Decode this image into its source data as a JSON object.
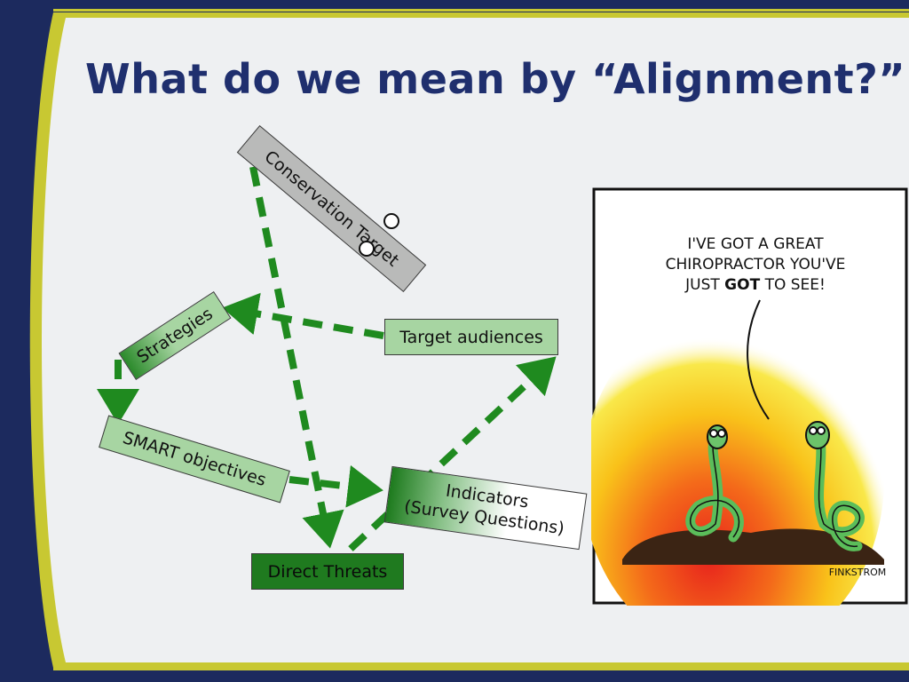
{
  "slide": {
    "title": "What do we mean by “Alignment?”"
  },
  "diagram": {
    "nodes": {
      "conservation_target": "Conservation Target",
      "strategies": "Strategies",
      "target_audiences": "Target audiences",
      "smart_objectives": "SMART objectives",
      "indicators_line1": "Indicators",
      "indicators_line2": "(Survey Questions)",
      "direct_threats": "Direct Threats"
    },
    "arrow_color": "#1f8a1f"
  },
  "cartoon": {
    "caption_line1": "I'VE GOT A GREAT",
    "caption_line2": "CHIROPRACTOR YOU'VE",
    "caption_line3a": "JUST ",
    "caption_line3b": "GOT",
    "caption_line3c": " TO SEE!",
    "signature": "FINKSTROM"
  },
  "colors": {
    "title": "#1f2f6e",
    "sidebar": "#1c2a5e",
    "accent_stripe": "#c8c832"
  }
}
